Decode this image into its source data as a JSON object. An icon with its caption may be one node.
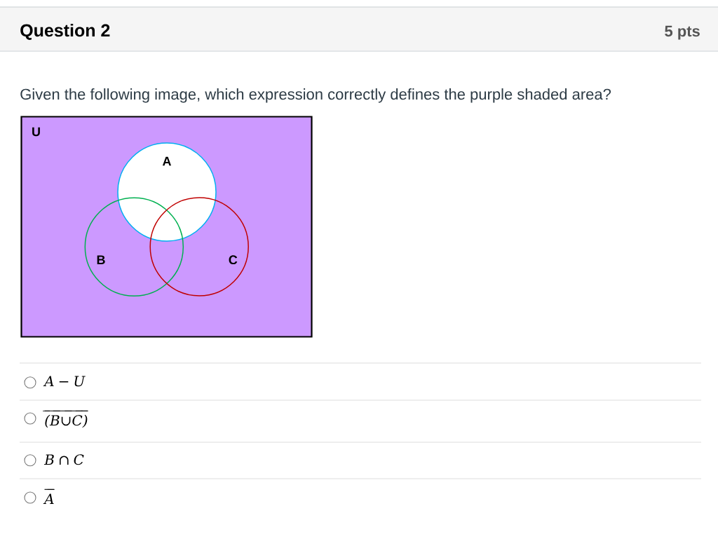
{
  "diagram": {
    "nodes": [
      {
        "text": [
          "U"
        ]
      },
      {
        "text": [
          "A"
        ],
        "in": 0
      },
      {
        "text": [
          "B"
        ],
        "in": 0
      },
      {
        "text": [
          "C"
        ],
        "in": 0
      }
    ],
    "labels": [
      "Question 2",
      "5 pts",
      "Given the following image, which expression correctly defines the purple shaded area?",
      "A − U",
      "(̅B̅∪̅C̅)̅",
      "B ∩ C",
      "A̅"
    ]
  }
}
